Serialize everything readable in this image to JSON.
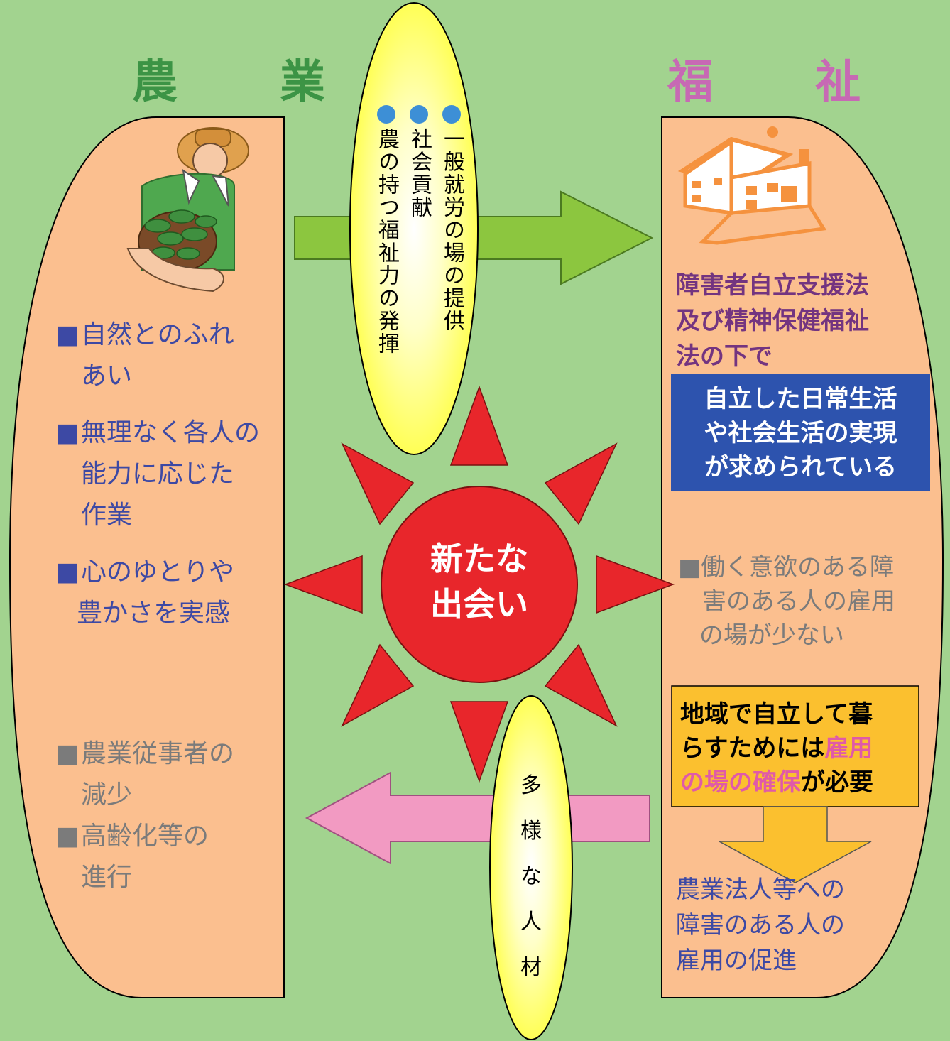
{
  "colors": {
    "background": "#a2d38f",
    "panel": "#fbbf8f",
    "agriculture_heading": "#3c9445",
    "welfare_heading": "#c769b4",
    "list_text": "#3d49a4",
    "gray_text": "#7b7b7b",
    "law_text": "#733480",
    "blue_box": "#2d53ae",
    "yellow_box": "#fbc02f",
    "pink_text": "#e05aa8",
    "sun": "#e8262b",
    "green_arrow": "#8cc63f",
    "pink_arrow": "#f29ac2",
    "ellipse_fill": "#ffff66",
    "bullet_dot": "#3d8fd6"
  },
  "left_panel": {
    "heading": "農　業",
    "icon": "farmer-holding-seedlings-icon",
    "merits": [
      {
        "marker": "■",
        "lines": [
          "自然とのふれ",
          "あい"
        ]
      },
      {
        "marker": "■",
        "lines": [
          "無理なく各人の",
          "能力に応じた",
          "作業"
        ]
      },
      {
        "marker": "■",
        "lines": [
          "心のゆとりや",
          "豊かさを実感"
        ]
      }
    ],
    "issues": [
      {
        "marker": "■",
        "lines": [
          "農業従事者の",
          "減少"
        ]
      },
      {
        "marker": "■",
        "lines": [
          "高齢化等の",
          "進行"
        ]
      }
    ]
  },
  "right_panel": {
    "heading": "福　祉",
    "icon": "house-icon",
    "law_lines": [
      "障害者自立支援法",
      "及び精神保健福祉",
      "法の下で"
    ],
    "blue_box_lines": [
      "自立した日常生活",
      "や社会生活の実現",
      "が求められている"
    ],
    "issue": {
      "marker": "■",
      "lines": [
        "働く意欲のある障",
        "害のある人の雇用",
        "の場が少ない"
      ]
    },
    "yellow_box": {
      "line1": "地域で自立して暮",
      "line2_plain": "らすためには",
      "line2_highlight": "雇用",
      "line3_highlight": "の場の確保",
      "line3_plain": "が必要"
    },
    "result_lines": [
      "農業法人等への",
      "障害のある人の",
      "雇用の促進"
    ]
  },
  "top_ellipse": {
    "bullets": [
      "農の持つ福祉力の発揮",
      "社会貢献",
      "一般就労の場の提供"
    ]
  },
  "center": {
    "lines": [
      "新たな",
      "出会い"
    ]
  },
  "bottom_ellipse": {
    "chars": [
      "多",
      "様",
      "な",
      "人",
      "材"
    ]
  }
}
